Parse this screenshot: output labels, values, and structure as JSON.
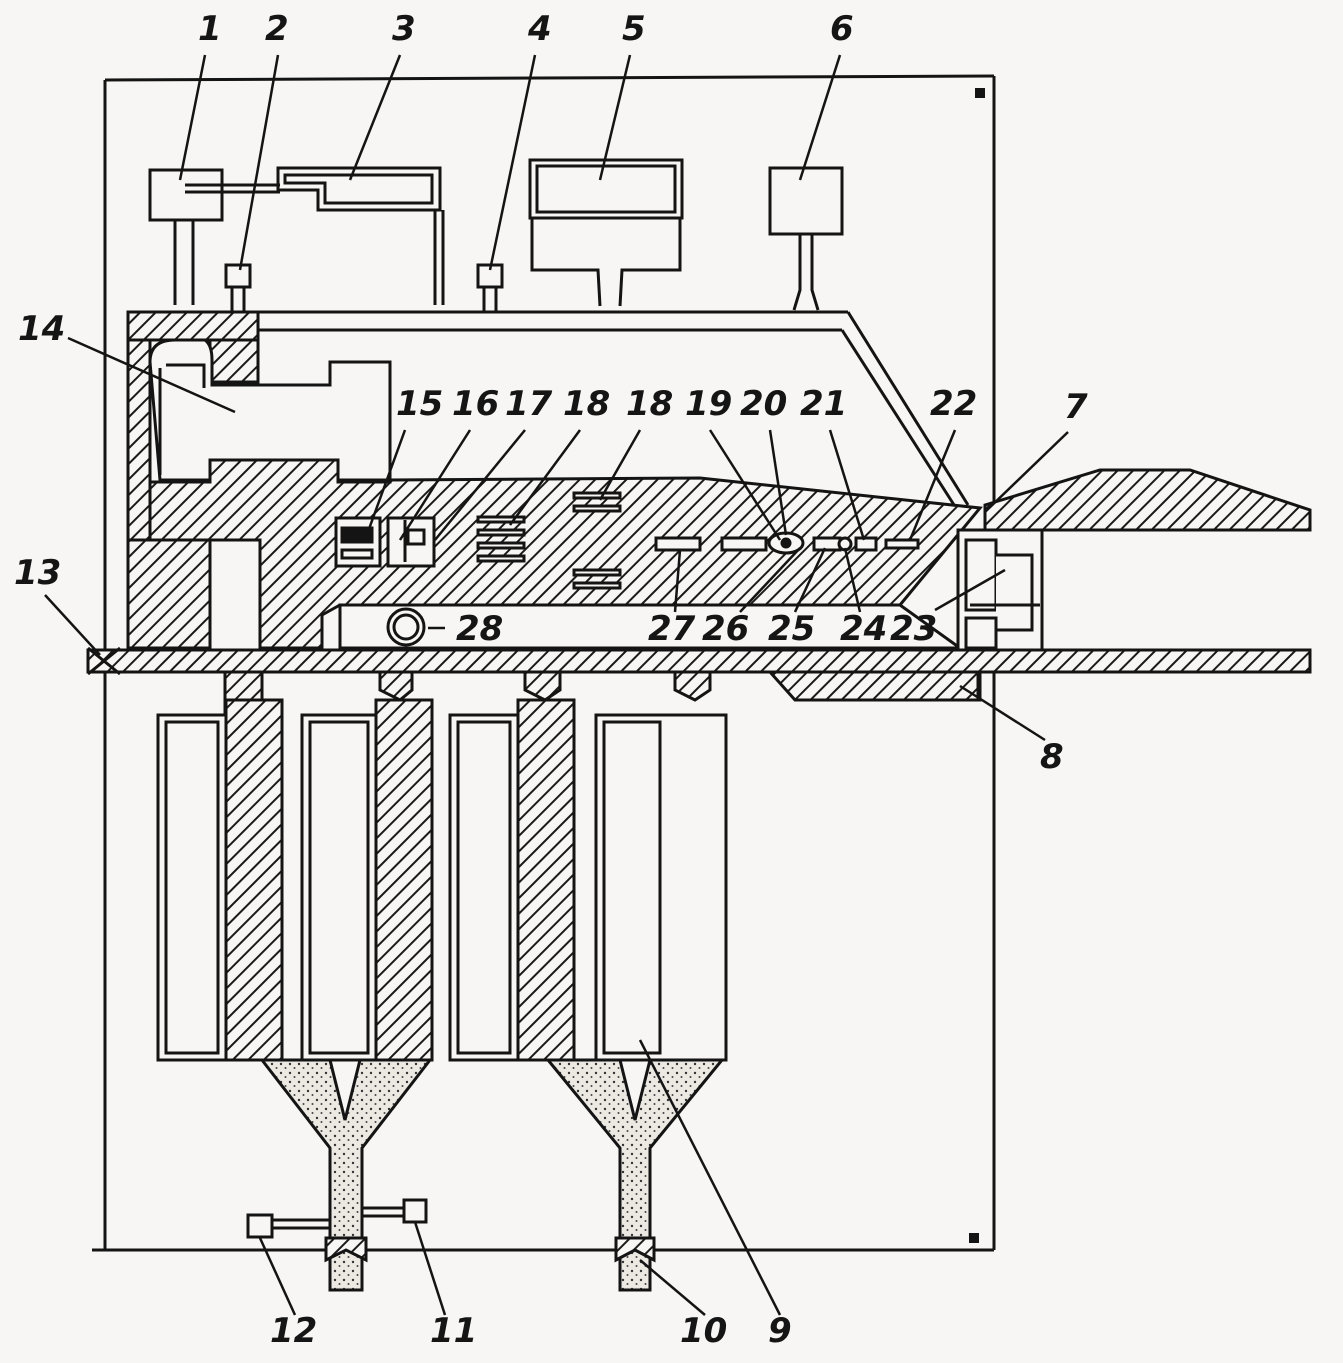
{
  "colors": {
    "paper": "#f7f6f4",
    "ink": "#141414",
    "hatch": "#1a1a1a",
    "stipple": "#e9e6e0"
  },
  "labels": {
    "l1": "1",
    "l2": "2",
    "l3": "3",
    "l4": "4",
    "l5": "5",
    "l6": "6",
    "l7": "7",
    "l8": "8",
    "l9": "9",
    "l10": "10",
    "l11": "11",
    "l12": "12",
    "l13": "13",
    "l14": "14",
    "l15": "15",
    "l16": "16",
    "l17": "17",
    "l18a": "18",
    "l18b": "18",
    "l19": "19",
    "l20": "20",
    "l21": "21",
    "l22": "22",
    "l23": "23",
    "l24": "24",
    "l25": "25",
    "l26": "26",
    "l27": "27",
    "l28": "28"
  }
}
